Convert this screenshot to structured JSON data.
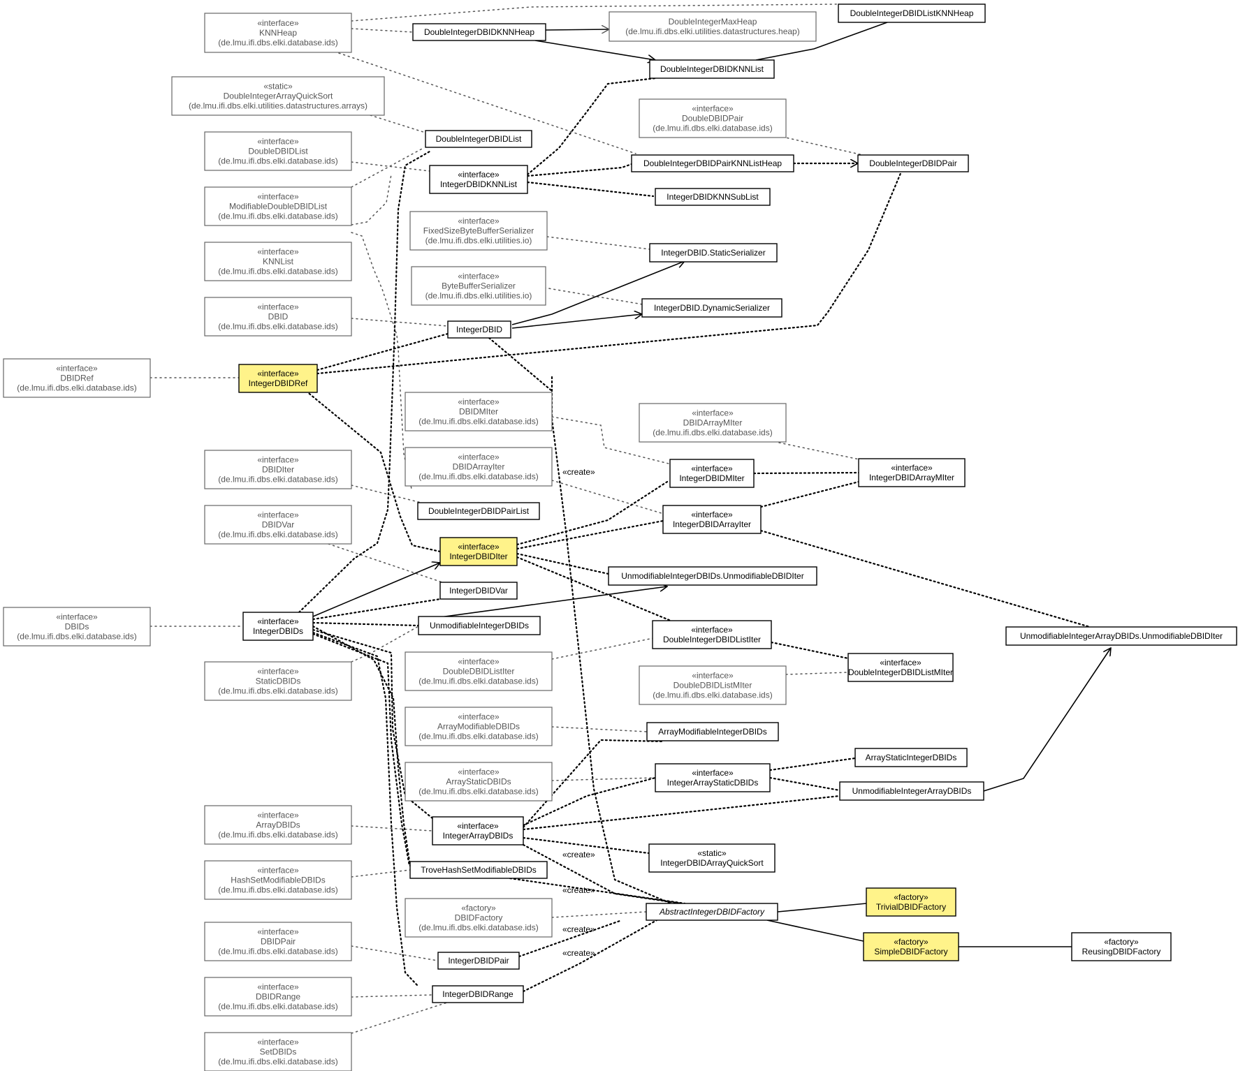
{
  "nodes": [
    {
      "id": "KNNHeap",
      "kind": "ext",
      "lines": [
        "«interface»",
        "KNNHeap",
        "(de.lmu.ifi.dbs.elki.database.ids)"
      ]
    },
    {
      "id": "DoubleIntegerArrayQuickSort",
      "kind": "ext",
      "lines": [
        "«static»",
        "DoubleIntegerArrayQuickSort",
        "(de.lmu.ifi.dbs.elki.utilities.datastructures.arrays)"
      ]
    },
    {
      "id": "DoubleDBIDList",
      "kind": "ext",
      "lines": [
        "«interface»",
        "DoubleDBIDList",
        "(de.lmu.ifi.dbs.elki.database.ids)"
      ]
    },
    {
      "id": "ModifiableDoubleDBIDList",
      "kind": "ext",
      "lines": [
        "«interface»",
        "ModifiableDoubleDBIDList",
        "(de.lmu.ifi.dbs.elki.database.ids)"
      ]
    },
    {
      "id": "KNNList",
      "kind": "ext",
      "lines": [
        "«interface»",
        "KNNList",
        "(de.lmu.ifi.dbs.elki.database.ids)"
      ]
    },
    {
      "id": "DBID",
      "kind": "ext",
      "lines": [
        "«interface»",
        "DBID",
        "(de.lmu.ifi.dbs.elki.database.ids)"
      ]
    },
    {
      "id": "DBIDRef",
      "kind": "ext",
      "lines": [
        "«interface»",
        "DBIDRef",
        "(de.lmu.ifi.dbs.elki.database.ids)"
      ]
    },
    {
      "id": "DBIDIter",
      "kind": "ext",
      "lines": [
        "«interface»",
        "DBIDIter",
        "(de.lmu.ifi.dbs.elki.database.ids)"
      ]
    },
    {
      "id": "DBIDVar",
      "kind": "ext",
      "lines": [
        "«interface»",
        "DBIDVar",
        "(de.lmu.ifi.dbs.elki.database.ids)"
      ]
    },
    {
      "id": "DBIDs",
      "kind": "ext",
      "lines": [
        "«interface»",
        "DBIDs",
        "(de.lmu.ifi.dbs.elki.database.ids)"
      ]
    },
    {
      "id": "StaticDBIDs",
      "kind": "ext",
      "lines": [
        "«interface»",
        "StaticDBIDs",
        "(de.lmu.ifi.dbs.elki.database.ids)"
      ]
    },
    {
      "id": "ArrayDBIDs",
      "kind": "ext",
      "lines": [
        "«interface»",
        "ArrayDBIDs",
        "(de.lmu.ifi.dbs.elki.database.ids)"
      ]
    },
    {
      "id": "HashSetModifiableDBIDs",
      "kind": "ext",
      "lines": [
        "«interface»",
        "HashSetModifiableDBIDs",
        "(de.lmu.ifi.dbs.elki.database.ids)"
      ]
    },
    {
      "id": "DBIDPair",
      "kind": "ext",
      "lines": [
        "«interface»",
        "DBIDPair",
        "(de.lmu.ifi.dbs.elki.database.ids)"
      ]
    },
    {
      "id": "DBIDRange",
      "kind": "ext",
      "lines": [
        "«interface»",
        "DBIDRange",
        "(de.lmu.ifi.dbs.elki.database.ids)"
      ]
    },
    {
      "id": "SetDBIDs",
      "kind": "ext",
      "lines": [
        "«interface»",
        "SetDBIDs",
        "(de.lmu.ifi.dbs.elki.database.ids)"
      ]
    },
    {
      "id": "DoubleIntegerMaxHeap",
      "kind": "ext",
      "lines": [
        "DoubleIntegerMaxHeap",
        "(de.lmu.ifi.dbs.elki.utilities.datastructures.heap)"
      ]
    },
    {
      "id": "DoubleDBIDPair",
      "kind": "ext",
      "lines": [
        "«interface»",
        "DoubleDBIDPair",
        "(de.lmu.ifi.dbs.elki.database.ids)"
      ]
    },
    {
      "id": "FixedSizeByteBufferSerializer",
      "kind": "ext",
      "lines": [
        "«interface»",
        "FixedSizeByteBufferSerializer",
        "(de.lmu.ifi.dbs.elki.utilities.io)"
      ]
    },
    {
      "id": "ByteBufferSerializer",
      "kind": "ext",
      "lines": [
        "«interface»",
        "ByteBufferSerializer",
        "(de.lmu.ifi.dbs.elki.utilities.io)"
      ]
    },
    {
      "id": "DBIDMIter",
      "kind": "ext",
      "lines": [
        "«interface»",
        "DBIDMIter",
        "(de.lmu.ifi.dbs.elki.database.ids)"
      ]
    },
    {
      "id": "DBIDArrayIter",
      "kind": "ext",
      "lines": [
        "«interface»",
        "DBIDArrayIter",
        "(de.lmu.ifi.dbs.elki.database.ids)"
      ]
    },
    {
      "id": "DBIDArrayMIter",
      "kind": "ext",
      "lines": [
        "«interface»",
        "DBIDArrayMIter",
        "(de.lmu.ifi.dbs.elki.database.ids)"
      ]
    },
    {
      "id": "DoubleDBIDListIter",
      "kind": "ext",
      "lines": [
        "«interface»",
        "DoubleDBIDListIter",
        "(de.lmu.ifi.dbs.elki.database.ids)"
      ]
    },
    {
      "id": "DoubleDBIDListMIter",
      "kind": "ext",
      "lines": [
        "«interface»",
        "DoubleDBIDListMIter",
        "(de.lmu.ifi.dbs.elki.database.ids)"
      ]
    },
    {
      "id": "ArrayModifiableDBIDs",
      "kind": "ext",
      "lines": [
        "«interface»",
        "ArrayModifiableDBIDs",
        "(de.lmu.ifi.dbs.elki.database.ids)"
      ]
    },
    {
      "id": "ArrayStaticDBIDs",
      "kind": "ext",
      "lines": [
        "«interface»",
        "ArrayStaticDBIDs",
        "(de.lmu.ifi.dbs.elki.database.ids)"
      ]
    },
    {
      "id": "DBIDFactory",
      "kind": "ext",
      "lines": [
        "«factory»",
        "DBIDFactory",
        "(de.lmu.ifi.dbs.elki.database.ids)"
      ]
    },
    {
      "id": "IntegerDBIDRef",
      "kind": "int",
      "hl": true,
      "lines": [
        "«interface»",
        "IntegerDBIDRef"
      ]
    },
    {
      "id": "IntegerDBIDs",
      "kind": "int",
      "lines": [
        "«interface»",
        "IntegerDBIDs"
      ]
    },
    {
      "id": "DoubleIntegerDBIDKNNHeap",
      "kind": "int",
      "lines": [
        "DoubleIntegerDBIDKNNHeap"
      ]
    },
    {
      "id": "DoubleIntegerDBIDKNNList",
      "kind": "int",
      "lines": [
        "DoubleIntegerDBIDKNNList"
      ]
    },
    {
      "id": "DoubleIntegerDBIDListKNNHeap",
      "kind": "int",
      "lines": [
        "DoubleIntegerDBIDListKNNHeap"
      ]
    },
    {
      "id": "DoubleIntegerDBIDList",
      "kind": "int",
      "lines": [
        "DoubleIntegerDBIDList"
      ]
    },
    {
      "id": "IntegerDBIDKNNList",
      "kind": "int",
      "lines": [
        "«interface»",
        "IntegerDBIDKNNList"
      ]
    },
    {
      "id": "DoubleIntegerDBIDPairKNNListHeap",
      "kind": "int",
      "lines": [
        "DoubleIntegerDBIDPairKNNListHeap"
      ]
    },
    {
      "id": "DoubleIntegerDBIDPair",
      "kind": "int",
      "lines": [
        "DoubleIntegerDBIDPair"
      ]
    },
    {
      "id": "IntegerDBIDKNNSubList",
      "kind": "int",
      "lines": [
        "IntegerDBIDKNNSubList"
      ]
    },
    {
      "id": "IntegerDBIDStaticSerializer",
      "kind": "int",
      "lines": [
        "IntegerDBID.StaticSerializer"
      ]
    },
    {
      "id": "IntegerDBIDDynamicSerializer",
      "kind": "int",
      "lines": [
        "IntegerDBID.DynamicSerializer"
      ]
    },
    {
      "id": "IntegerDBID",
      "kind": "int",
      "lines": [
        "IntegerDBID"
      ]
    },
    {
      "id": "IntegerDBIDMIter",
      "kind": "int",
      "lines": [
        "«interface»",
        "IntegerDBIDMIter"
      ]
    },
    {
      "id": "IntegerDBIDArrayMIter",
      "kind": "int",
      "lines": [
        "«interface»",
        "IntegerDBIDArrayMIter"
      ]
    },
    {
      "id": "IntegerDBIDArrayIter",
      "kind": "int",
      "lines": [
        "«interface»",
        "IntegerDBIDArrayIter"
      ]
    },
    {
      "id": "DoubleIntegerDBIDPairList",
      "kind": "int",
      "lines": [
        "DoubleIntegerDBIDPairList"
      ]
    },
    {
      "id": "IntegerDBIDIter",
      "kind": "int",
      "hl": true,
      "lines": [
        "«interface»",
        "IntegerDBIDIter"
      ]
    },
    {
      "id": "UnmodifiableIntegerDBIDsUnmodifiableDBIDIter",
      "kind": "int",
      "lines": [
        "UnmodifiableIntegerDBIDs.UnmodifiableDBIDIter"
      ]
    },
    {
      "id": "IntegerDBIDVar",
      "kind": "int",
      "lines": [
        "IntegerDBIDVar"
      ]
    },
    {
      "id": "UnmodifiableIntegerDBIDs",
      "kind": "int",
      "lines": [
        "UnmodifiableIntegerDBIDs"
      ]
    },
    {
      "id": "DoubleIntegerDBIDListIter",
      "kind": "int",
      "lines": [
        "«interface»",
        "DoubleIntegerDBIDListIter"
      ]
    },
    {
      "id": "DoubleIntegerDBIDListMIter",
      "kind": "int",
      "lines": [
        "«interface»",
        "DoubleIntegerDBIDListMIter"
      ]
    },
    {
      "id": "UnmodifiableIntegerArrayDBIDsUnmodifiableDBIDIter",
      "kind": "int",
      "lines": [
        "UnmodifiableIntegerArrayDBIDs.UnmodifiableDBIDIter"
      ]
    },
    {
      "id": "ArrayModifiableIntegerDBIDs",
      "kind": "int",
      "lines": [
        "ArrayModifiableIntegerDBIDs"
      ]
    },
    {
      "id": "IntegerArrayStaticDBIDs",
      "kind": "int",
      "lines": [
        "«interface»",
        "IntegerArrayStaticDBIDs"
      ]
    },
    {
      "id": "ArrayStaticIntegerDBIDs",
      "kind": "int",
      "lines": [
        "ArrayStaticIntegerDBIDs"
      ]
    },
    {
      "id": "UnmodifiableIntegerArrayDBIDs",
      "kind": "int",
      "lines": [
        "UnmodifiableIntegerArrayDBIDs"
      ]
    },
    {
      "id": "IntegerArrayDBIDs",
      "kind": "int",
      "lines": [
        "«interface»",
        "IntegerArrayDBIDs"
      ]
    },
    {
      "id": "IntegerDBIDArrayQuickSort",
      "kind": "int",
      "lines": [
        "«static»",
        "IntegerDBIDArrayQuickSort"
      ]
    },
    {
      "id": "TroveHashSetModifiableDBIDs",
      "kind": "int",
      "lines": [
        "TroveHashSetModifiableDBIDs"
      ]
    },
    {
      "id": "AbstractIntegerDBIDFactory",
      "kind": "int",
      "italic": true,
      "lines": [
        "AbstractIntegerDBIDFactory"
      ]
    },
    {
      "id": "TrivialDBIDFactory",
      "kind": "int",
      "hl": true,
      "lines": [
        "«factory»",
        "TrivialDBIDFactory"
      ]
    },
    {
      "id": "SimpleDBIDFactory",
      "kind": "int",
      "hl": true,
      "lines": [
        "«factory»",
        "SimpleDBIDFactory"
      ]
    },
    {
      "id": "ReusingDBIDFactory",
      "kind": "int",
      "lines": [
        "«factory»",
        "ReusingDBIDFactory"
      ]
    },
    {
      "id": "IntegerDBIDPair",
      "kind": "int",
      "lines": [
        "IntegerDBIDPair"
      ]
    },
    {
      "id": "IntegerDBIDRange",
      "kind": "int",
      "lines": [
        "IntegerDBIDRange"
      ]
    }
  ],
  "edge_label": "«create»",
  "colors": {
    "highlight": "#fff38a",
    "external_text": "#555555",
    "external_border": "#666666",
    "internal_border": "#000000",
    "background": "#ffffff"
  }
}
